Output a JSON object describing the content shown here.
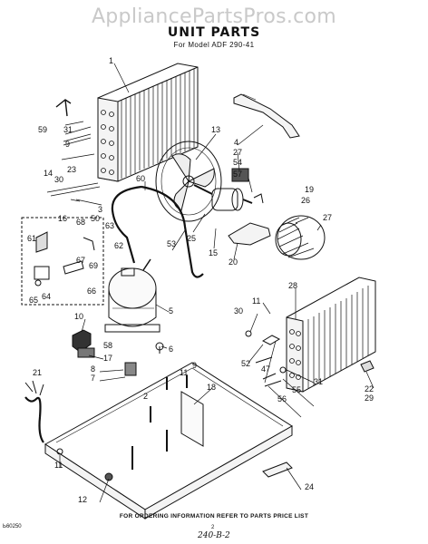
{
  "watermark": "AppliancePartsPros.com",
  "title": "UNIT PARTS",
  "subtitle": "For Model ADF 290-41",
  "footer": "FOR ORDERING INFORMATION REFER TO PARTS PRICE LIST",
  "code": "Ь60250",
  "page_number": "2",
  "handwritten_note": "240-B-2",
  "part_numbers": [
    "1",
    "2",
    "3",
    "4",
    "5",
    "6",
    "7",
    "8",
    "9",
    "10",
    "11",
    "12",
    "13",
    "14",
    "15",
    "16",
    "17",
    "18",
    "19",
    "20",
    "21",
    "22",
    "23",
    "24",
    "25",
    "26",
    "27",
    "28",
    "29",
    "30",
    "31",
    "47",
    "50",
    "52",
    "53",
    "54",
    "55",
    "56",
    "57",
    "58",
    "59",
    "60",
    "61",
    "62",
    "63",
    "64",
    "65",
    "66",
    "67",
    "68",
    "69"
  ]
}
